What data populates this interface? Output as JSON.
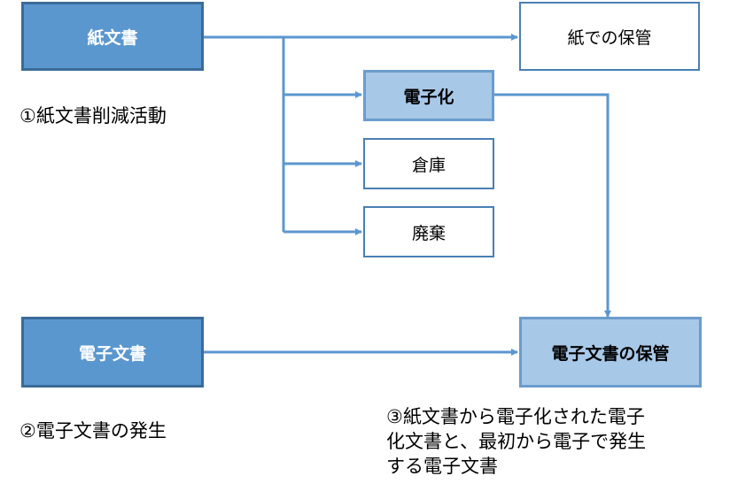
{
  "boxes": {
    "paper_doc": "紙文書",
    "paper_storage": "紙での保管",
    "digitize": "電子化",
    "warehouse": "倉庫",
    "disposal": "廃棄",
    "electronic_doc": "電子文書",
    "electronic_storage": "電子文書の保管"
  },
  "captions": {
    "c1": "①紙文書削減活動",
    "c2": "②電子文書の発生",
    "c3_line1": "③紙文書から電子化された電子",
    "c3_line2": "化文書と、最初から電子で発生",
    "c3_line3": "する電子文書"
  },
  "colors": {
    "dark_box": "#5b97cf",
    "light_box": "#a8c8e8",
    "arrow": "#5b97cf"
  }
}
